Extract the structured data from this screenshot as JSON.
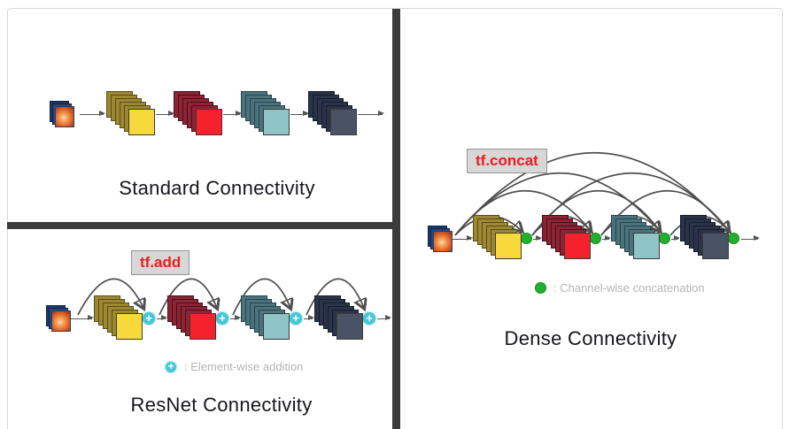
{
  "slide": {
    "panels": {
      "standard": {
        "title": "Standard Connectivity"
      },
      "resnet": {
        "title": "ResNet Connectivity",
        "op_label": "tf.add",
        "legend": {
          "symbol": "+",
          "text": ": Element-wise addition"
        }
      },
      "dense": {
        "title": "Dense Connectivity",
        "op_label": "tf.concat",
        "legend": {
          "text": ": Channel-wise concatenation"
        }
      }
    }
  },
  "symbols": {
    "plus": "+"
  },
  "block_order": [
    "yellow",
    "red",
    "teal",
    "navy"
  ],
  "colors": {
    "blocks": {
      "yellow": {
        "front": "#F8D93C",
        "back": "#9C8733",
        "edge": "#5A4C17"
      },
      "red": {
        "front": "#F5222D",
        "back": "#8C2433",
        "edge": "#47101D"
      },
      "teal": {
        "front": "#8FC4C6",
        "back": "#4A737C",
        "edge": "#26454E"
      },
      "navy": {
        "front": "#4A5366",
        "back": "#2B3349",
        "edge": "#161D2E"
      }
    },
    "plus_node": "#45C8D4",
    "concat_node": "#22B02E",
    "op_label_text": "#ED1C1C",
    "arrow": "#555555",
    "divider": "#3B3B3B",
    "legend_text": "#B5B5B5",
    "title_text": "#15151C"
  }
}
